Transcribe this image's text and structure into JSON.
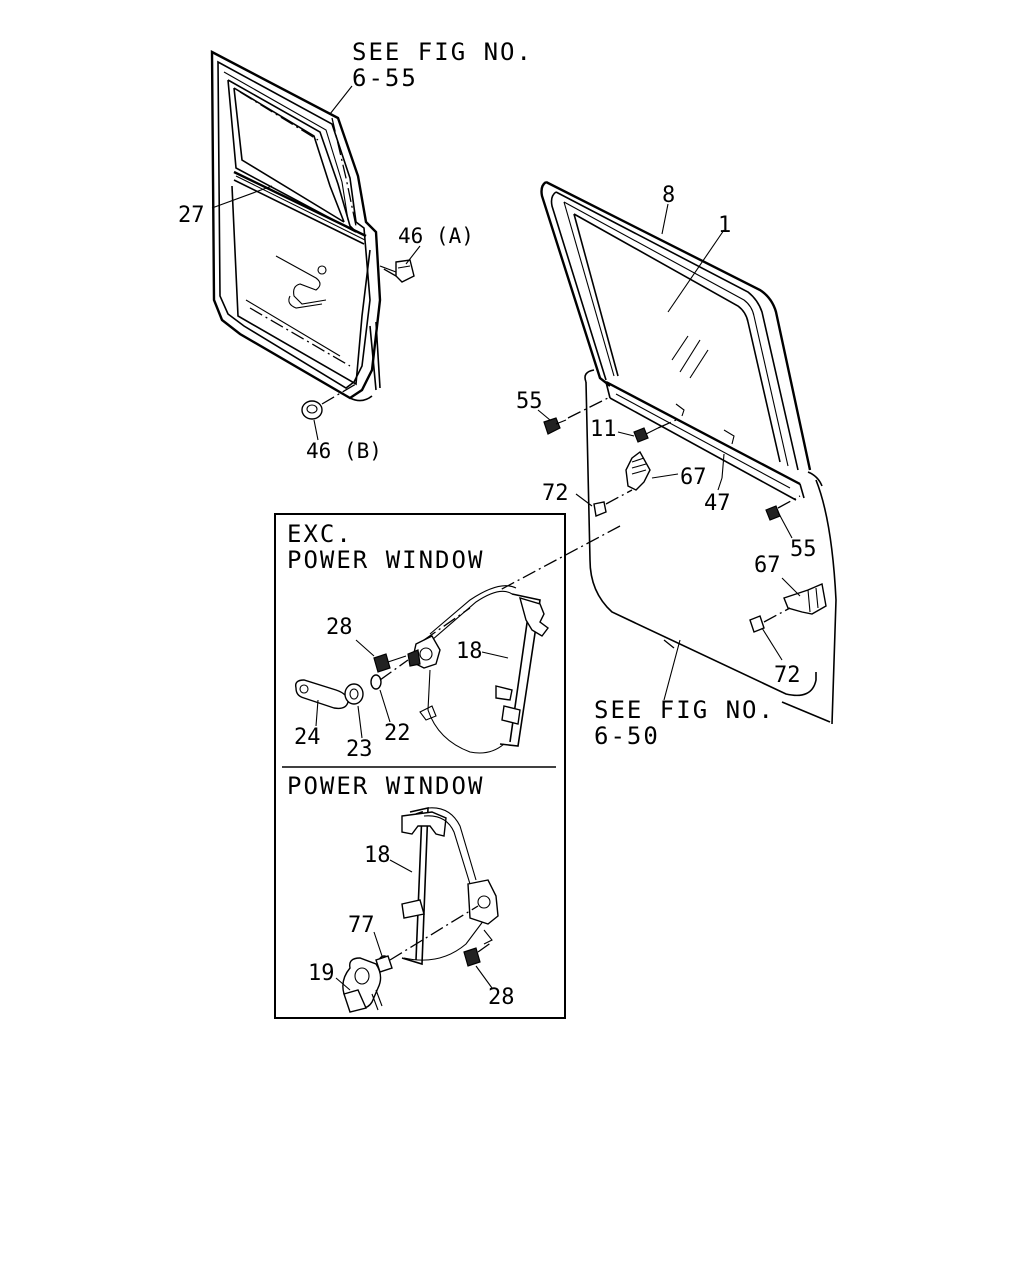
{
  "references": {
    "fig_6_55_line1": "SEE FIG NO.",
    "fig_6_55_line2": "6-55",
    "fig_6_50_line1": "SEE FIG NO.",
    "fig_6_50_line2": "6-50"
  },
  "boxes": {
    "exc_power_window_line1": "EXC.",
    "exc_power_window_line2": "POWER WINDOW",
    "power_window": "POWER WINDOW"
  },
  "callouts": {
    "c27": "27",
    "c46a": "46 (A)",
    "c46b": "46 (B)",
    "c8": "8",
    "c1": "1",
    "c55_left": "55",
    "c11": "11",
    "c67_top": "67",
    "c72_top": "72",
    "c47": "47",
    "c55_right": "55",
    "c67_bottom": "67",
    "c72_bottom": "72",
    "c28_manual": "28",
    "c18_manual": "18",
    "c24": "24",
    "c23": "23",
    "c22": "22",
    "c18_power": "18",
    "c77": "77",
    "c19": "19",
    "c28_power": "28"
  }
}
